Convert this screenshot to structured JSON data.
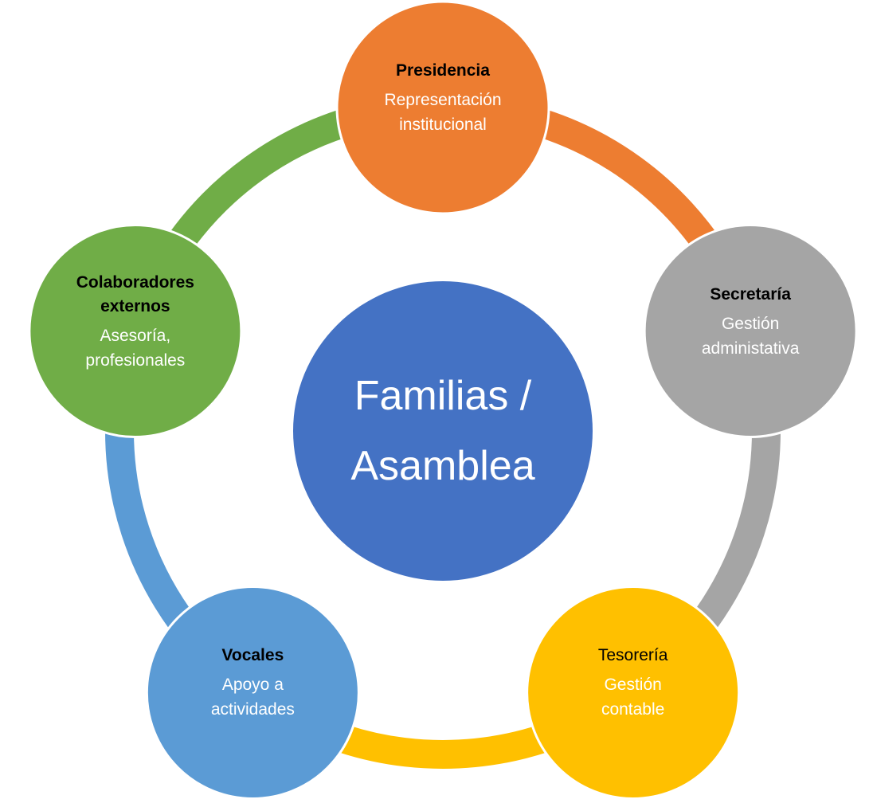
{
  "center": {
    "line1": "Familias /",
    "line2": "Asamblea",
    "color": "#4472C4"
  },
  "nodes": [
    {
      "id": "presidencia",
      "title": "Presidencia",
      "title_bold": true,
      "desc_lines": [
        "Representación",
        "institucional"
      ],
      "color": "#ED7D31"
    },
    {
      "id": "secretaria",
      "title": "Secretaría",
      "title_bold": true,
      "desc_lines": [
        "Gestión",
        "administativa"
      ],
      "color": "#A5A5A5"
    },
    {
      "id": "tesoreria",
      "title": "Tesorería",
      "title_bold": false,
      "desc_lines": [
        "Gestión",
        "contable"
      ],
      "color": "#FFC000"
    },
    {
      "id": "vocales",
      "title": "Vocales",
      "title_bold": true,
      "desc_lines": [
        "Apoyo a",
        "actividades"
      ],
      "color": "#5B9BD5"
    },
    {
      "id": "colaboradores",
      "title": "Colaboradores externos",
      "title_lines": [
        "Colaboradores",
        "externos"
      ],
      "title_bold": true,
      "desc_lines": [
        "Asesoría,",
        "profesionales"
      ],
      "color": "#70AD47"
    }
  ]
}
